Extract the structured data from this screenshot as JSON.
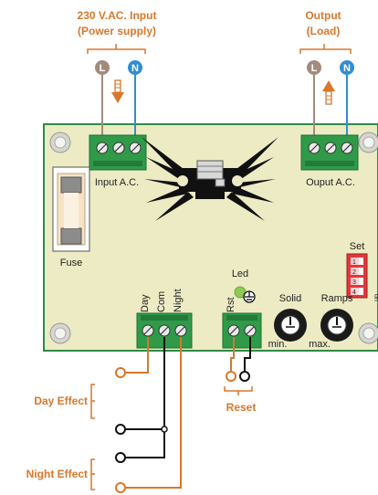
{
  "colors": {
    "board": "#ecebc4",
    "board_border": "#2f8a45",
    "terminal": "#2f9a48",
    "accent_orange": "#d9772b",
    "wire_live": "#a38b7c",
    "wire_neutral": "#2d8fd6",
    "led": "#8fc957",
    "switch_red": "#e5363a"
  },
  "labels": {
    "input_title_line1": "230 V.AC. Input",
    "input_title_line2": "(Power supply)",
    "output_title_line1": "Output",
    "output_title_line2": "(Load)",
    "live": "L",
    "neutral": "N",
    "input_ac": "Input A.C.",
    "output_ac": "Ouput A.C.",
    "fuse": "Fuse",
    "led": "Led",
    "set": "Set",
    "on": "on",
    "dip_1": "1",
    "dip_2": "2",
    "dip_3": "3",
    "dip_4": "4",
    "day": "Day",
    "com": "Com",
    "night": "Night",
    "rst": "Rst",
    "solid": "Solid",
    "ramps": "Ramps",
    "min": "min.",
    "max": "max.",
    "day_effect": "Day Effect",
    "night_effect": "Night Effect",
    "reset": "Reset"
  }
}
